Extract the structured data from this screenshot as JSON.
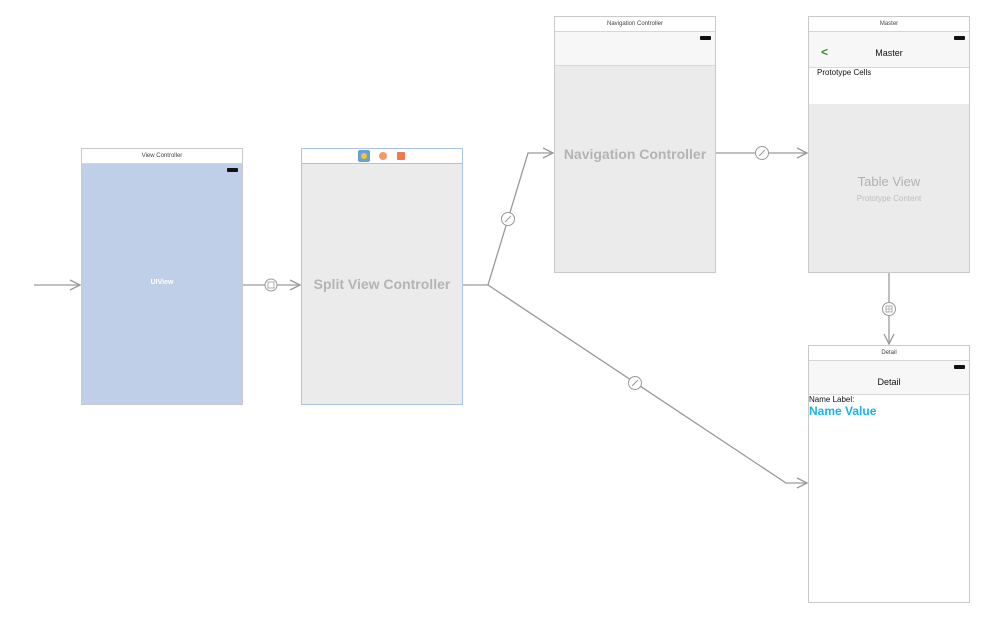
{
  "scenes": {
    "view_controller": {
      "title": "View Controller",
      "content_label": "UIView"
    },
    "split_view_controller": {
      "content_label": "Split View Controller"
    },
    "navigation_controller": {
      "title": "Navigation Controller",
      "content_label": "Navigation Controller"
    },
    "master": {
      "title": "Master",
      "nav_title": "Master",
      "back_glyph": "<",
      "section_header": "Prototype Cells",
      "table_label": "Table View",
      "table_sublabel": "Prototype Content"
    },
    "detail": {
      "title": "Detail",
      "nav_title": "Detail",
      "name_label": "Name Label:",
      "name_value": "Name Value"
    }
  },
  "colors": {
    "uiview_bg": "#bfcfe7",
    "tint_green": "#3a8a2f",
    "name_value": "#1ab4e6",
    "segue_line": "#9a9a9a"
  }
}
